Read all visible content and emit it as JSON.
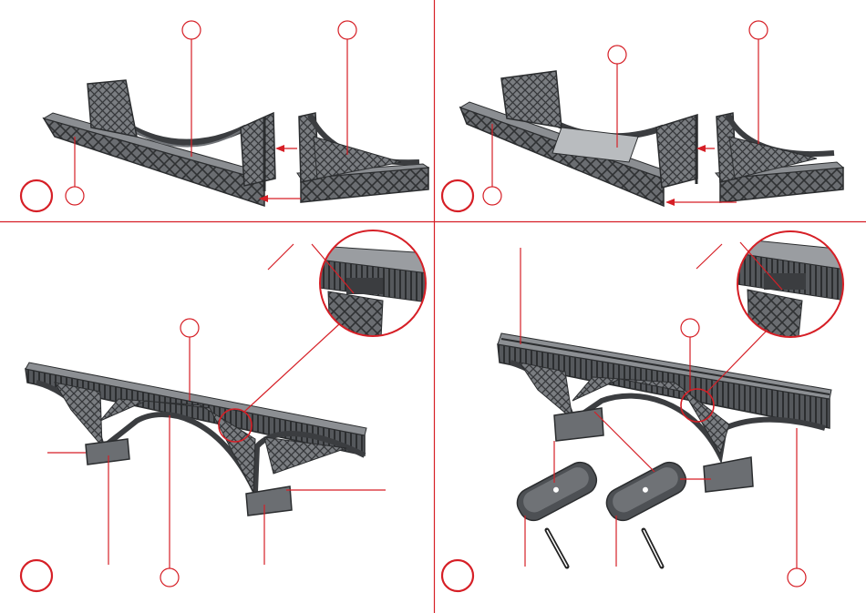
{
  "page": {
    "accent_color": "#d61f26",
    "model_color": "#5a5d60",
    "model_dark": "#3b3d40",
    "model_light": "#8c8f93"
  },
  "panels": [
    {
      "id": "step-1",
      "step_label": "",
      "callouts": [
        "",
        "",
        ""
      ],
      "icons": [
        "suspension-bridge-section-icon",
        "suspension-bridge-end-icon",
        "assembly-arrow-icon"
      ]
    },
    {
      "id": "step-2",
      "step_label": "",
      "callouts": [
        "",
        "",
        ""
      ],
      "icons": [
        "suspension-bridge-section-icon",
        "suspension-bridge-end-icon",
        "assembly-arrow-icon"
      ]
    },
    {
      "id": "step-3",
      "step_label": "",
      "callouts": [
        "",
        ""
      ],
      "icons": [
        "arch-bridge-icon",
        "pier-icon",
        "detail-magnifier-icon"
      ]
    },
    {
      "id": "step-4",
      "step_label": "",
      "callouts": [
        ""
      ],
      "icons": [
        "double-track-arch-bridge-icon",
        "pier-base-icon",
        "glue-tube-icon",
        "detail-magnifier-icon"
      ]
    }
  ]
}
